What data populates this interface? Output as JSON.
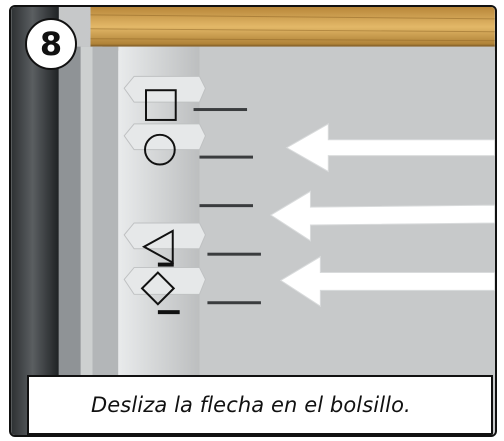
{
  "step": {
    "number": "8"
  },
  "caption": {
    "text": "Desliza la flecha en el bolsillo."
  },
  "shapes": [
    "square",
    "circle",
    "triangle",
    "diamond"
  ],
  "colors": {
    "wall": "#c9cbcc",
    "wood": "#d8a957",
    "arrow": "#ffffff",
    "border": "#111111"
  }
}
